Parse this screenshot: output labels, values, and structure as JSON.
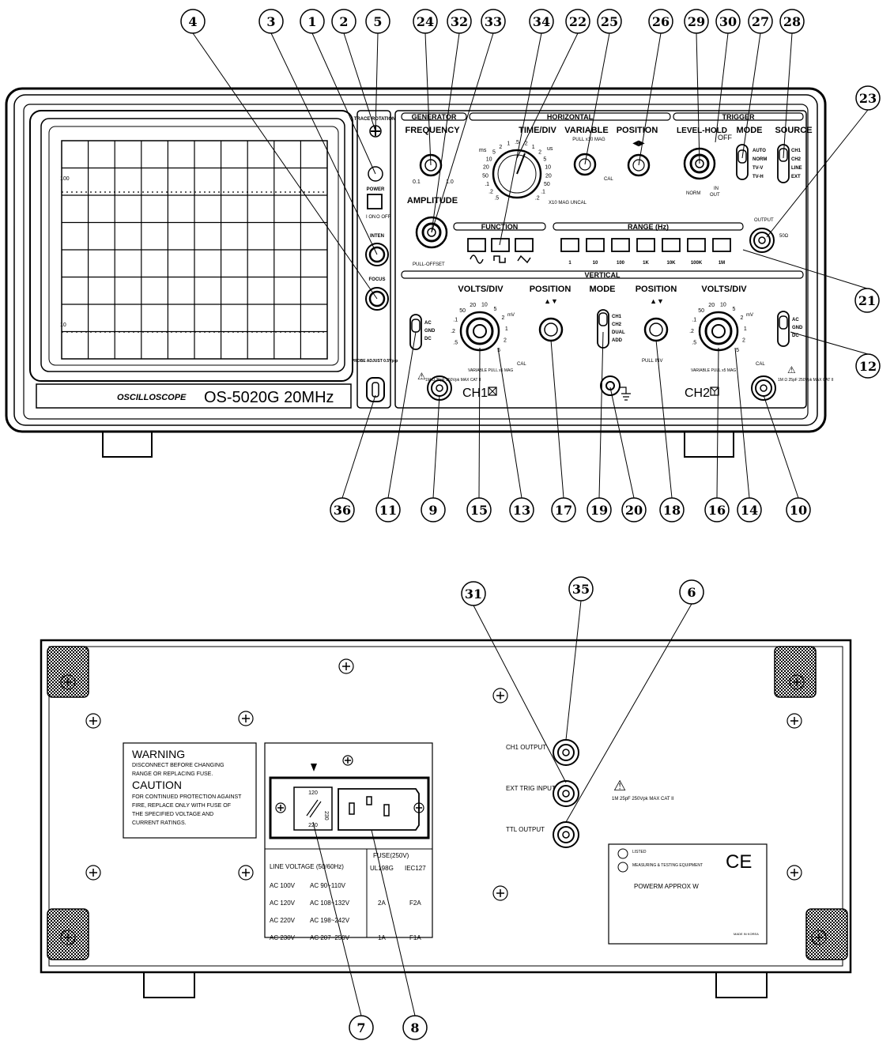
{
  "callouts_top": [
    "4",
    "3",
    "1",
    "2",
    "5",
    "24",
    "32",
    "33",
    "34",
    "22",
    "25",
    "26",
    "29",
    "30",
    "27",
    "28",
    "23",
    "21",
    "12",
    "36",
    "11",
    "9",
    "15",
    "13",
    "17",
    "19",
    "20",
    "18",
    "16",
    "14",
    "10"
  ],
  "callouts_rear": [
    "31",
    "35",
    "6",
    "7",
    "8"
  ],
  "front": {
    "model_prefix": "OSCILLOSCOPE",
    "model_name": "OS-5020G 20MHz",
    "screen_mark_100": "100",
    "screen_mark_10": "10",
    "trace_rotation": "TRACE ROTATION",
    "power": "POWER",
    "power_on": "I ON",
    "power_off": "O OFF",
    "inten": "INTEN",
    "focus": "FOCUS",
    "probe_adjust": "PROBE ADJUST 0.5Vp-p",
    "generator": {
      "title": "GENERATOR",
      "frequency": "FREQUENCY",
      "freq_min": "0.1",
      "freq_max": "1.0",
      "amplitude": "AMPLITUDE",
      "pull_offset": "PULL-OFFSET",
      "function": "FUNCTION"
    },
    "horizontal": {
      "title": "HORIZONTAL",
      "time_div": "TIME/DIV",
      "ms": "ms",
      "us": "us",
      "variable": "VARIABLE",
      "pull_x10": "PULL x10 MAG",
      "cal": "CAL",
      "position": "POSITION",
      "x10_uncal": "X10 MAG UNCAL",
      "time_ticks": [
        ".5",
        ".2",
        ".1",
        "50",
        "20",
        "10",
        "5",
        "2",
        "1",
        ".5",
        ".2",
        "1",
        "2",
        "5",
        "10",
        "20",
        "50",
        ".1",
        ".2"
      ],
      "range_title": "RANGE (Hz)",
      "ranges": [
        "1",
        "10",
        "100",
        "1K",
        "10K",
        "100K",
        "1M"
      ]
    },
    "trigger": {
      "title": "TRIGGER",
      "level_hold": "LEVEL-HOLD",
      "off": "OFF",
      "norm": "NORM",
      "mode": "MODE",
      "source": "SOURCE",
      "modes": [
        "AUTO",
        "NORM",
        "TV-V",
        "TV-H"
      ],
      "sources": [
        "CH1",
        "CH2",
        "LINE",
        "EXT"
      ],
      "in": "IN",
      "out": "OUT",
      "output": "OUTPUT",
      "ttl": "50Ω"
    },
    "vertical": {
      "title": "VERTICAL",
      "volts_div": "VOLTS/DIV",
      "position": "POSITION",
      "mode": "MODE",
      "position_y": "POSITION",
      "coupling": [
        "AC",
        "GND",
        "DC"
      ],
      "v_modes": [
        "CH1",
        "CH2",
        "DUAL",
        "ADD"
      ],
      "volts_ticks": [
        ".5",
        ".2",
        ".1",
        "50",
        "20",
        "10",
        "5",
        "2",
        "1",
        "2",
        "5"
      ],
      "mv": "mV",
      "variable_pull": "VARIABLE PULL x5 MAG",
      "cal": "CAL",
      "pull_inv": "PULL INV",
      "ch1": "CH1",
      "ch2": "CH2",
      "input_rating": "1M Ω 25pF 250Vpk MAX CAT II"
    }
  },
  "rear": {
    "warning_title": "WARNING",
    "warning_text": "DISCONNECT BEFORE CHANGING RANGE OR REPLACING FUSE.",
    "caution_title": "CAUTION",
    "caution_text": "FOR CONTINUED PROTECTION AGAINST FIRE, REPLACE ONLY WITH FUSE OF THE SPECIFIED VOLTAGE AND CURRENT RATINGS.",
    "selector_120": "120",
    "selector_220": "220",
    "selector_230": "230",
    "line_voltage_header": "LINE VOLTAGE (50/60Hz)",
    "fuse_header": "FUSE(250V)",
    "ul": "UL198G",
    "iec": "IEC127",
    "rows": [
      {
        "v": "AC 100V",
        "range": "AC 90~110V",
        "ul": "",
        "iec": ""
      },
      {
        "v": "AC 120V",
        "range": "AC 108~132V",
        "ul": "2A",
        "iec": "F2A"
      },
      {
        "v": "AC 220V",
        "range": "AC 198~242V",
        "ul": "",
        "iec": ""
      },
      {
        "v": "AC 230V",
        "range": "AC 207~250V",
        "ul": "1A",
        "iec": "F1A"
      }
    ],
    "ch1_output": "CH1 OUTPUT",
    "ext_trig_input": "EXT TRIG INPUT",
    "ttl_output": "TTL OUTPUT",
    "ext_rating": "1M 25pF 250Vpk MAX CAT II",
    "listed": "LISTED",
    "measuring": "MEASURING & TESTING EQUIPMENT",
    "ce": "CE",
    "power_approx": "POWERM APPROX  W",
    "made_in": "MADE IN KOREA"
  }
}
